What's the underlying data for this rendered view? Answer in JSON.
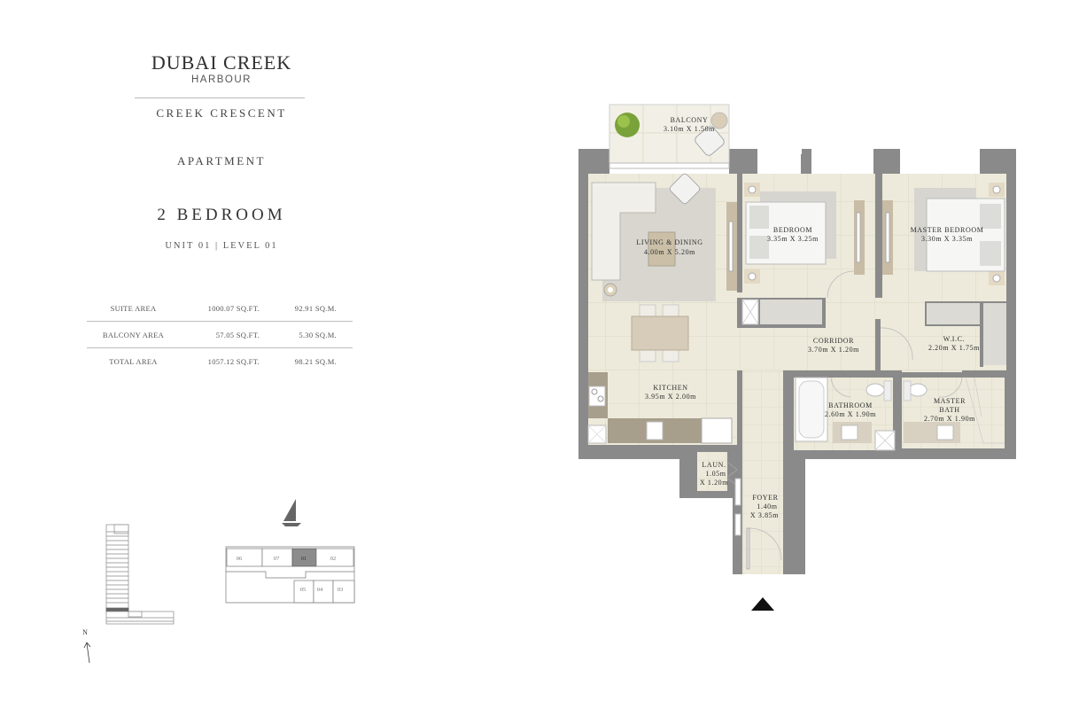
{
  "branding": {
    "name": "DUBAI CREEK",
    "sub": "HARBOUR",
    "project": "CREEK CRESCENT"
  },
  "unit_info": {
    "type": "APARTMENT",
    "bedrooms": "2 BEDROOM",
    "unit_level": "UNIT 01 | LEVEL 01"
  },
  "area_table": {
    "rows": [
      {
        "label": "SUITE AREA",
        "sqft": "1000.07 SQ.FT.",
        "sqm": "92.91 SQ.M."
      },
      {
        "label": "BALCONY AREA",
        "sqft": "57.05 SQ.FT.",
        "sqm": "5.30 SQ.M."
      },
      {
        "label": "TOTAL AREA",
        "sqft": "1057.12 SQ.FT.",
        "sqm": "98.21 SQ.M."
      }
    ]
  },
  "rooms": {
    "balcony": {
      "name": "BALCONY",
      "size": "3.10m X 1.50m"
    },
    "living": {
      "name": "LIVING & DINING",
      "size": "4.00m X 5.20m"
    },
    "bedroom": {
      "name": "BEDROOM",
      "size": "3.35m X 3.25m"
    },
    "master_bedroom": {
      "name": "MASTER BEDROOM",
      "size": "3.30m X 3.35m"
    },
    "corridor": {
      "name": "CORRIDOR",
      "size": "3.70m X 1.20m"
    },
    "wic": {
      "name": "W.I.C.",
      "size": "2.20m X 1.75m"
    },
    "kitchen": {
      "name": "KITCHEN",
      "size": "3.95m X 2.00m"
    },
    "bathroom": {
      "name": "BATHROOM",
      "size": "2.60m X 1.90m"
    },
    "master_bath": {
      "name": "MASTER",
      "name2": "BATH",
      "size": "2.70m X 1.90m"
    },
    "laundry": {
      "name": "LAUN.",
      "size1": "1.05m",
      "size2": "X 1.20m"
    },
    "foyer": {
      "name": "FOYER",
      "size1": "1.40m",
      "size2": "X 3.85m"
    }
  },
  "key_plan": {
    "units": [
      "06",
      "07",
      "01",
      "02",
      "05",
      "04",
      "03"
    ],
    "highlighted": "01",
    "north_label": "N"
  },
  "colors": {
    "wall": "#8a8a8a",
    "floor": "#edeadb",
    "rug": "#d9d7d0",
    "wood": "#bfb29d",
    "highlight_unit": "#8c8c8c"
  }
}
